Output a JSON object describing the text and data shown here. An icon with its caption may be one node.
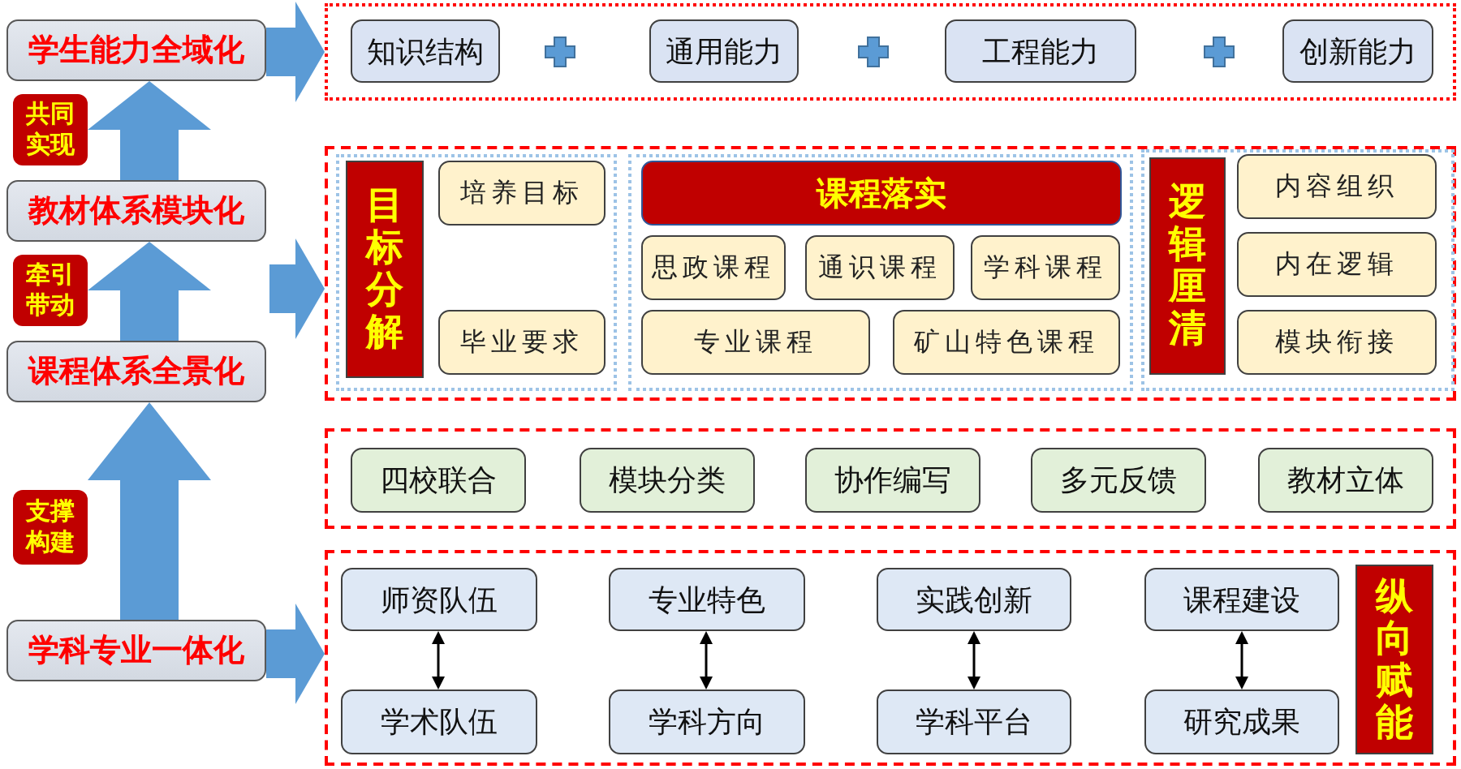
{
  "diagram": {
    "nodes": [
      {
        "text": [
          "学生能力全域化"
        ]
      },
      {
        "text": [
          "共同实现"
        ]
      },
      {
        "text": [
          "教材体系模块化"
        ]
      },
      {
        "text": [
          "牵引带动"
        ]
      },
      {
        "text": [
          "课程体系全景化"
        ]
      },
      {
        "text": [
          "支撑构建"
        ]
      },
      {
        "text": [
          "学科专业一体化"
        ]
      },
      {
        "text": [],
        "shape": "box"
      },
      {
        "text": [
          "知识结构"
        ],
        "in": 7
      },
      {
        "text": [
          "通用能力"
        ],
        "in": 7
      },
      {
        "text": [
          "工程能力"
        ],
        "in": 7
      },
      {
        "text": [
          "创新能力"
        ],
        "in": 7
      },
      {
        "text": [],
        "shape": "box"
      },
      {
        "text": [],
        "shape": "box",
        "in": 12
      },
      {
        "text": [
          "目标分解"
        ],
        "in": 13
      },
      {
        "text": [
          "培养目标"
        ],
        "in": 13
      },
      {
        "text": [
          "毕业要求"
        ],
        "in": 13
      },
      {
        "text": [],
        "shape": "box",
        "in": 12
      },
      {
        "text": [
          "课程落实"
        ],
        "in": 17
      },
      {
        "text": [
          "思政课程"
        ],
        "in": 17
      },
      {
        "text": [
          "通识课程"
        ],
        "in": 17
      },
      {
        "text": [
          "学科课程"
        ],
        "in": 17
      },
      {
        "text": [
          "专业课程"
        ],
        "in": 17
      },
      {
        "text": [
          "矿山特色课程"
        ],
        "in": 17
      },
      {
        "text": [],
        "shape": "box",
        "in": 12
      },
      {
        "text": [
          "逻辑厘清"
        ],
        "in": 24
      },
      {
        "text": [
          "内容组织"
        ],
        "in": 24
      },
      {
        "text": [
          "内在逻辑"
        ],
        "in": 24
      },
      {
        "text": [
          "模块衔接"
        ],
        "in": 24
      },
      {
        "text": [],
        "shape": "box"
      },
      {
        "text": [
          "四校联合"
        ],
        "in": 29
      },
      {
        "text": [
          "模块分类"
        ],
        "in": 29
      },
      {
        "text": [
          "协作编写"
        ],
        "in": 29
      },
      {
        "text": [
          "多元反馈"
        ],
        "in": 29
      },
      {
        "text": [
          "教材立体"
        ],
        "in": 29
      },
      {
        "text": [],
        "shape": "box"
      },
      {
        "text": [
          "师资队伍"
        ],
        "in": 35
      },
      {
        "text": [
          "学术队伍"
        ],
        "in": 35
      },
      {
        "text": [
          "专业特色"
        ],
        "in": 35
      },
      {
        "text": [
          "学科方向"
        ],
        "in": 35
      },
      {
        "text": [
          "实践创新"
        ],
        "in": 35
      },
      {
        "text": [
          "学科平台"
        ],
        "in": 35
      },
      {
        "text": [
          "课程建设"
        ],
        "in": 35
      },
      {
        "text": [
          "研究成果"
        ],
        "in": 35
      },
      {
        "text": [
          "纵向赋能"
        ],
        "in": 35
      }
    ],
    "edges": [
      {
        "from": 6,
        "to": 4,
        "arrow": "to"
      },
      {
        "from": 4,
        "to": 2,
        "arrow": "to"
      },
      {
        "from": 2,
        "to": 0,
        "arrow": "to"
      },
      {
        "from": 0,
        "to": 7,
        "arrow": "to"
      },
      {
        "from": null,
        "to": 12,
        "arrow": "to"
      },
      {
        "from": 6,
        "to": 35,
        "arrow": "to"
      },
      {
        "from": 36,
        "to": 37,
        "arrow": "both",
        "color": "#000000"
      },
      {
        "from": 38,
        "to": 39,
        "arrow": "both",
        "color": "#000000"
      },
      {
        "from": 40,
        "to": 41,
        "arrow": "both",
        "color": "#000000"
      },
      {
        "from": 42,
        "to": 43,
        "arrow": "both",
        "color": "#000000"
      }
    ]
  }
}
